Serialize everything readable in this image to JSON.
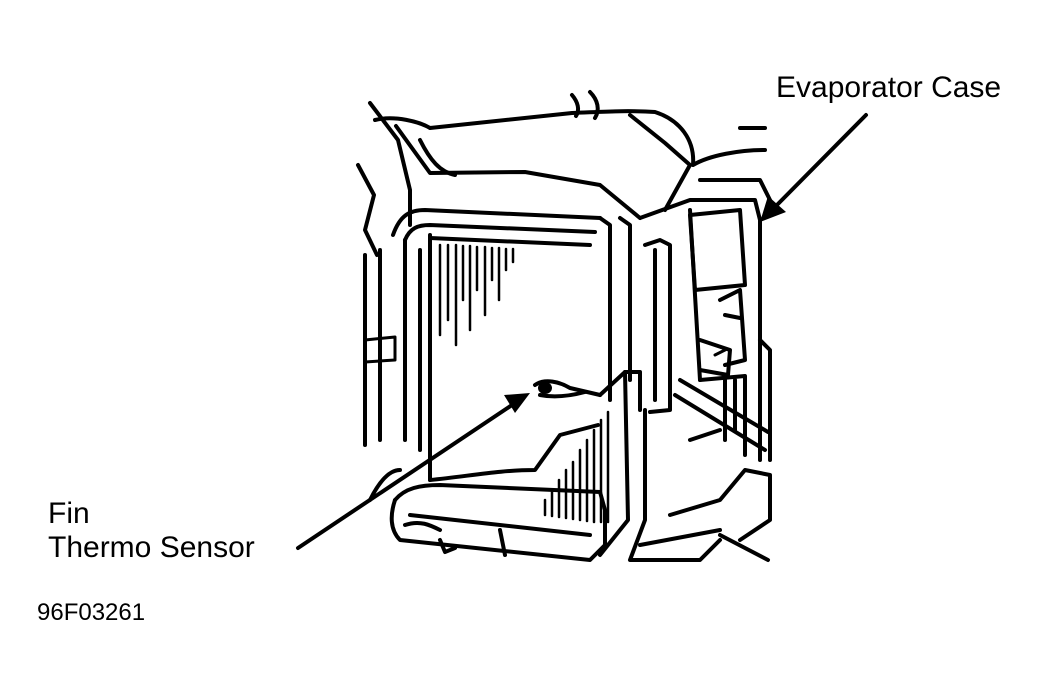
{
  "labels": {
    "evaporator_case": "Evaporator Case",
    "fin_line1": "Fin",
    "fin_line2": "Thermo Sensor"
  },
  "figure_code": "96F03261",
  "colors": {
    "ink": "#000000",
    "background": "#ffffff"
  }
}
